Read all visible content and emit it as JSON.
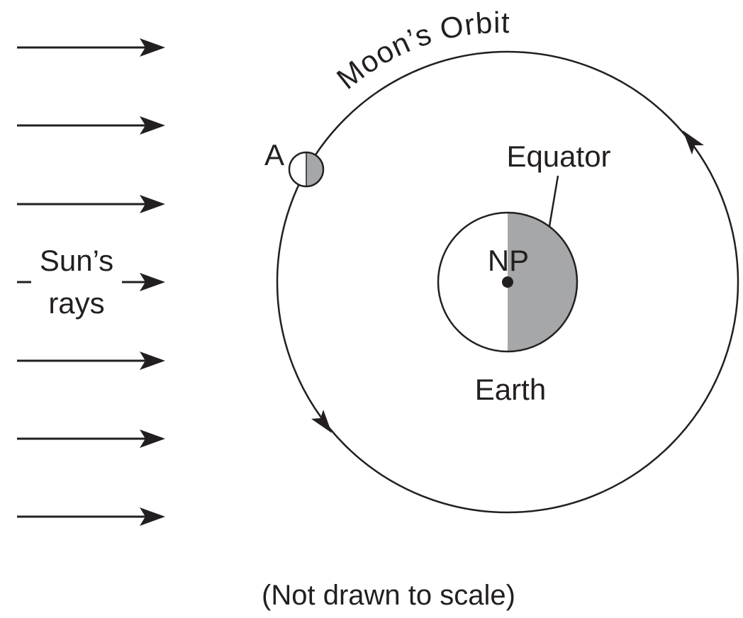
{
  "labels": {
    "orbit": "Moon’s Orbit",
    "moon_position": "A",
    "equator": "Equator",
    "north_pole": "NP",
    "earth": "Earth",
    "sun_rays_line1": "Sun’s",
    "sun_rays_line2": "rays",
    "note": "(Not drawn to scale)"
  },
  "colors": {
    "ink": "#231f20",
    "shadow": "#a6a7a9",
    "background": "#ffffff"
  }
}
